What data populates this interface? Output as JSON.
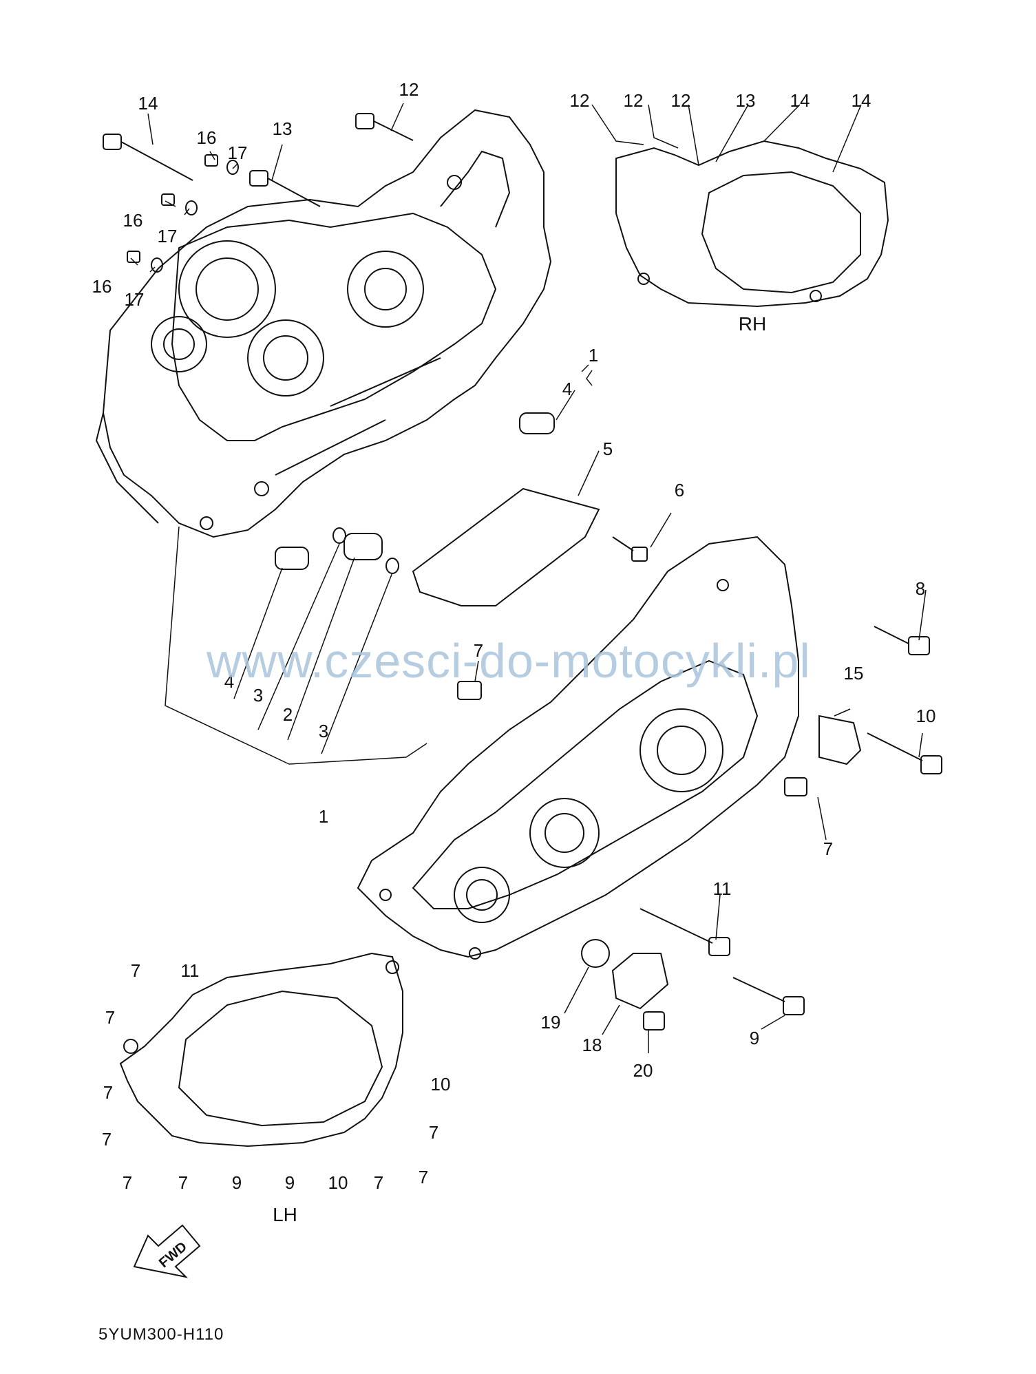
{
  "diagram": {
    "callouts": [
      {
        "id": "c1",
        "label": "12"
      },
      {
        "id": "c2",
        "label": "14"
      },
      {
        "id": "c3",
        "label": "16"
      },
      {
        "id": "c4",
        "label": "17"
      },
      {
        "id": "c5",
        "label": "13"
      },
      {
        "id": "c6",
        "label": "16"
      },
      {
        "id": "c7",
        "label": "17"
      },
      {
        "id": "c8",
        "label": "16"
      },
      {
        "id": "c9",
        "label": "17"
      },
      {
        "id": "c10",
        "label": "12"
      },
      {
        "id": "c11",
        "label": "12"
      },
      {
        "id": "c12",
        "label": "12"
      },
      {
        "id": "c13",
        "label": "13"
      },
      {
        "id": "c14",
        "label": "14"
      },
      {
        "id": "c15",
        "label": "14"
      },
      {
        "id": "c16",
        "label": "1"
      },
      {
        "id": "c17",
        "label": "4"
      },
      {
        "id": "c18",
        "label": "5"
      },
      {
        "id": "c19",
        "label": "6"
      },
      {
        "id": "c20",
        "label": "8"
      },
      {
        "id": "c21",
        "label": "7"
      },
      {
        "id": "c22",
        "label": "15"
      },
      {
        "id": "c23",
        "label": "10"
      },
      {
        "id": "c24",
        "label": "4"
      },
      {
        "id": "c25",
        "label": "3"
      },
      {
        "id": "c26",
        "label": "2"
      },
      {
        "id": "c27",
        "label": "3"
      },
      {
        "id": "c28",
        "label": "1"
      },
      {
        "id": "c29",
        "label": "7"
      },
      {
        "id": "c30",
        "label": "11"
      },
      {
        "id": "c31",
        "label": "19"
      },
      {
        "id": "c32",
        "label": "18"
      },
      {
        "id": "c33",
        "label": "20"
      },
      {
        "id": "c34",
        "label": "9"
      },
      {
        "id": "c35",
        "label": "7"
      },
      {
        "id": "c36",
        "label": "11"
      },
      {
        "id": "c37",
        "label": "7"
      },
      {
        "id": "c38",
        "label": "7"
      },
      {
        "id": "c39",
        "label": "7"
      },
      {
        "id": "c40",
        "label": "10"
      },
      {
        "id": "c41",
        "label": "7"
      },
      {
        "id": "c42",
        "label": "7"
      },
      {
        "id": "c43",
        "label": "7"
      },
      {
        "id": "c44",
        "label": "7"
      },
      {
        "id": "c45",
        "label": "9"
      },
      {
        "id": "c46",
        "label": "9"
      },
      {
        "id": "c47",
        "label": "10"
      },
      {
        "id": "c48",
        "label": "7"
      }
    ],
    "side_labels": {
      "rh": "RH",
      "lh": "LH"
    },
    "fwd_label": "FWD",
    "diagram_code": "5YUM300-H110",
    "watermark": "www.czesci-do-motocykli.pl"
  }
}
